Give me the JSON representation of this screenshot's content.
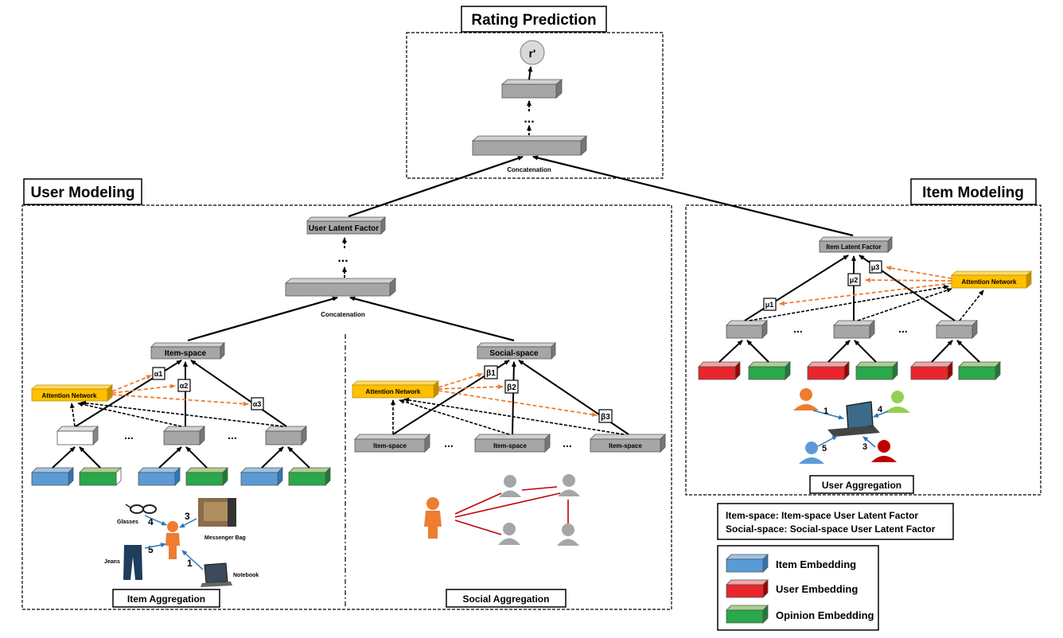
{
  "title": "Rating Prediction",
  "output_node": "r'",
  "concatenation_top": "Concatenation",
  "ellipsis": "...",
  "user_modeling": {
    "title": "User Modeling",
    "user_latent_factor": "User Latent Factor",
    "concatenation": "Concatenation",
    "item_space": "Item-space",
    "social_space": "Social-space",
    "attention_network_left": "Attention Network",
    "attention_network_right": "Attention Network",
    "alpha": [
      "α1",
      "α2",
      "α3"
    ],
    "beta": [
      "β1",
      "β2",
      "β3"
    ],
    "social_items": [
      "Item-space",
      "Item-space",
      "Item-space"
    ],
    "item_aggregation": {
      "label": "Item Aggregation",
      "items": [
        {
          "name": "Glasses",
          "number": "4"
        },
        {
          "name": "Messenger Bag",
          "number": "3"
        },
        {
          "name": "Jeans",
          "number": "5"
        },
        {
          "name": "Notebook",
          "number": "1"
        }
      ]
    },
    "social_aggregation": {
      "label": "Social  Aggregation"
    }
  },
  "item_modeling": {
    "title": "Item Modeling",
    "item_latent_factor": "Item Latent Factor",
    "attention_network": "Attention Network",
    "mu": [
      "μ1",
      "μ2",
      "μ3"
    ],
    "user_aggregation": {
      "label": "User Aggregation",
      "ratings": [
        "1",
        "4",
        "5",
        "3"
      ]
    }
  },
  "definitions": [
    "Item-space:  Item-space User Latent Factor",
    "Social-space: Social-space User Latent Factor"
  ],
  "legend": [
    {
      "label": "Item Embedding",
      "color": "#5b9bd5"
    },
    {
      "label": "User Embedding",
      "color": "#e8262b"
    },
    {
      "label": "Opinion Embedding",
      "color": "#2aa84a"
    }
  ],
  "colors": {
    "gray_box": "#a6a6a6",
    "attention": "#ffc000",
    "attention_arrow": "#ed7d31",
    "person_orange": "#ed7d31",
    "social_edge": "#c00000"
  }
}
